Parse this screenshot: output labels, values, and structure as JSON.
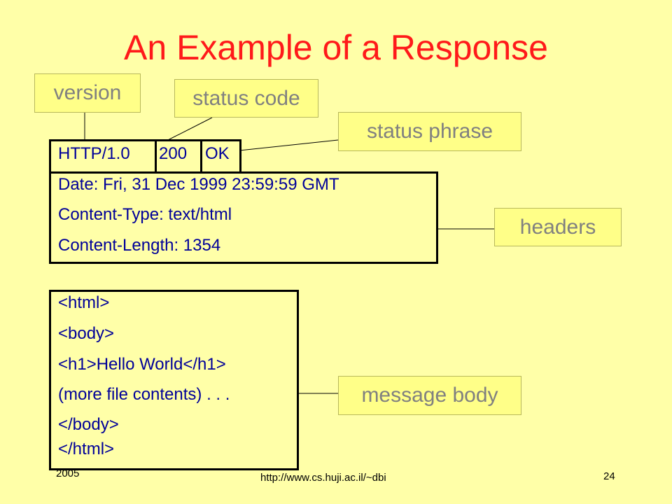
{
  "slide": {
    "title": "An Example of a Response",
    "callouts": {
      "version": "version",
      "status_code": "status code",
      "status_phrase": "status phrase",
      "headers": "headers",
      "message_body": "message body"
    },
    "status_line": {
      "version": "HTTP/1.0",
      "code": "200",
      "phrase": "OK"
    },
    "headers": [
      "Date: Fri, 31 Dec 1999 23:59:59 GMT",
      "Content-Type: text/html",
      "Content-Length: 1354"
    ],
    "body_lines": [
      "<html>",
      "<body>",
      "<h1>Hello World</h1>",
      "(more file contents) . . .",
      "</body>",
      "</html>"
    ],
    "footer": {
      "year": "2005",
      "url": "http://www.cs.huji.ac.il/~dbi",
      "page": "24"
    },
    "colors": {
      "background": "#ffffa8",
      "title": "#ff1a1a",
      "code": "#000099",
      "callout_text": "#808080",
      "callout_fill": "#ffff88"
    }
  }
}
